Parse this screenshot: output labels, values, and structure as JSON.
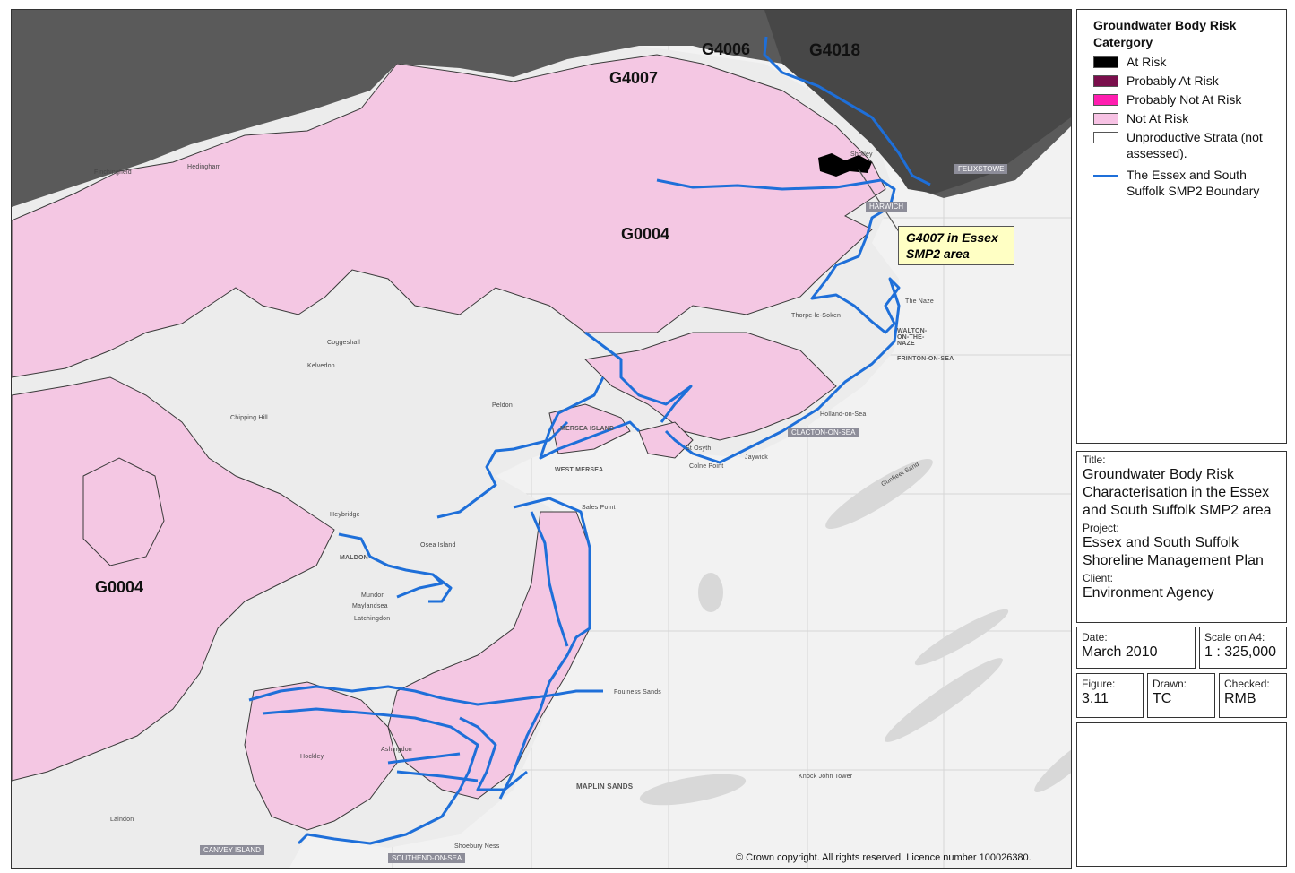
{
  "legend": {
    "title": "Groundwater Body Risk Catergory",
    "items": [
      {
        "label": "At Risk",
        "color": "#000000"
      },
      {
        "label": "Probably At Risk",
        "color": "#7a0f4c"
      },
      {
        "label": "Probably Not At Risk",
        "color": "#ff1eb0"
      },
      {
        "label": "Not At Risk",
        "color": "#f7c2e4"
      },
      {
        "label": "Unproductive Strata (not assessed).",
        "color": "#ffffff"
      }
    ],
    "boundary": {
      "label": "The Essex and South Suffolk SMP2 Boundary",
      "color": "#1e6fd9"
    }
  },
  "title_block": {
    "title_caption": "Title:",
    "title": "Groundwater Body Risk Characterisation in the Essex and South Suffolk SMP2 area",
    "project_caption": "Project:",
    "project": "Essex and South Suffolk Shoreline Management Plan",
    "client_caption": "Client:",
    "client": "Environment Agency",
    "date_caption": "Date:",
    "date": "March 2010",
    "scale_caption": "Scale on A4:",
    "scale": "1 : 325,000",
    "figure_caption": "Figure:",
    "figure": "3.11",
    "drawn_caption": "Drawn:",
    "drawn": "TC",
    "checked_caption": "Checked:",
    "checked": "RMB"
  },
  "map": {
    "body_labels": {
      "g4006": "G4006",
      "g4018": "G4018",
      "g4007": "G4007",
      "g0004_north": "G0004",
      "g0004_west": "G0004"
    },
    "callout": "G4007 in Essex SMP2 area",
    "copyright": "© Crown copyright. All rights reserved. Licence number 100026380.",
    "places": {
      "felixstowe": "FELIXSTOWE",
      "harwich": "HARWICH",
      "clacton": "CLACTON-ON-SEA",
      "southend": "SOUTHEND-ON-SEA",
      "canvey": "CANVEY ISLAND",
      "walton": "WALTON-ON-THE-NAZE",
      "frinton": "FRINTON-ON-SEA",
      "west_mersea": "WEST MERSEA",
      "mersea_island": "MERSEA ISLAND",
      "jaywick": "Jaywick",
      "holland": "Holland-on-Sea",
      "thorpe": "Thorpe-le-Soken",
      "the_naze": "The Naze",
      "maldon": "MALDON",
      "maplin": "MAPLIN SANDS",
      "mundon": "Mundon",
      "maylandsea": "Maylandsea",
      "latchingdon": "Latchingdon",
      "ashingdon": "Ashingdon",
      "hockley": "Hockley",
      "laindon": "Laindon",
      "coggeshall": "Coggeshall",
      "kelvedon": "Kelvedon",
      "chipping_hill": "Chipping Hill",
      "heybridge": "Heybridge",
      "osea_island": "Osea Island",
      "peldon": "Peldon",
      "st_osyth": "St Osyth",
      "shotley": "Shotley",
      "sales_point": "Sales Point",
      "foulness_sands": "Foulness Sands",
      "knock_john": "Knock John Tower",
      "gunfleet_sand": "Gunfleet Sand",
      "finchingfield": "Finchingfield",
      "hedingham": "Hedingham",
      "shotbury_ness": "Shoebury Ness",
      "colne_point": "Colne Point"
    }
  }
}
